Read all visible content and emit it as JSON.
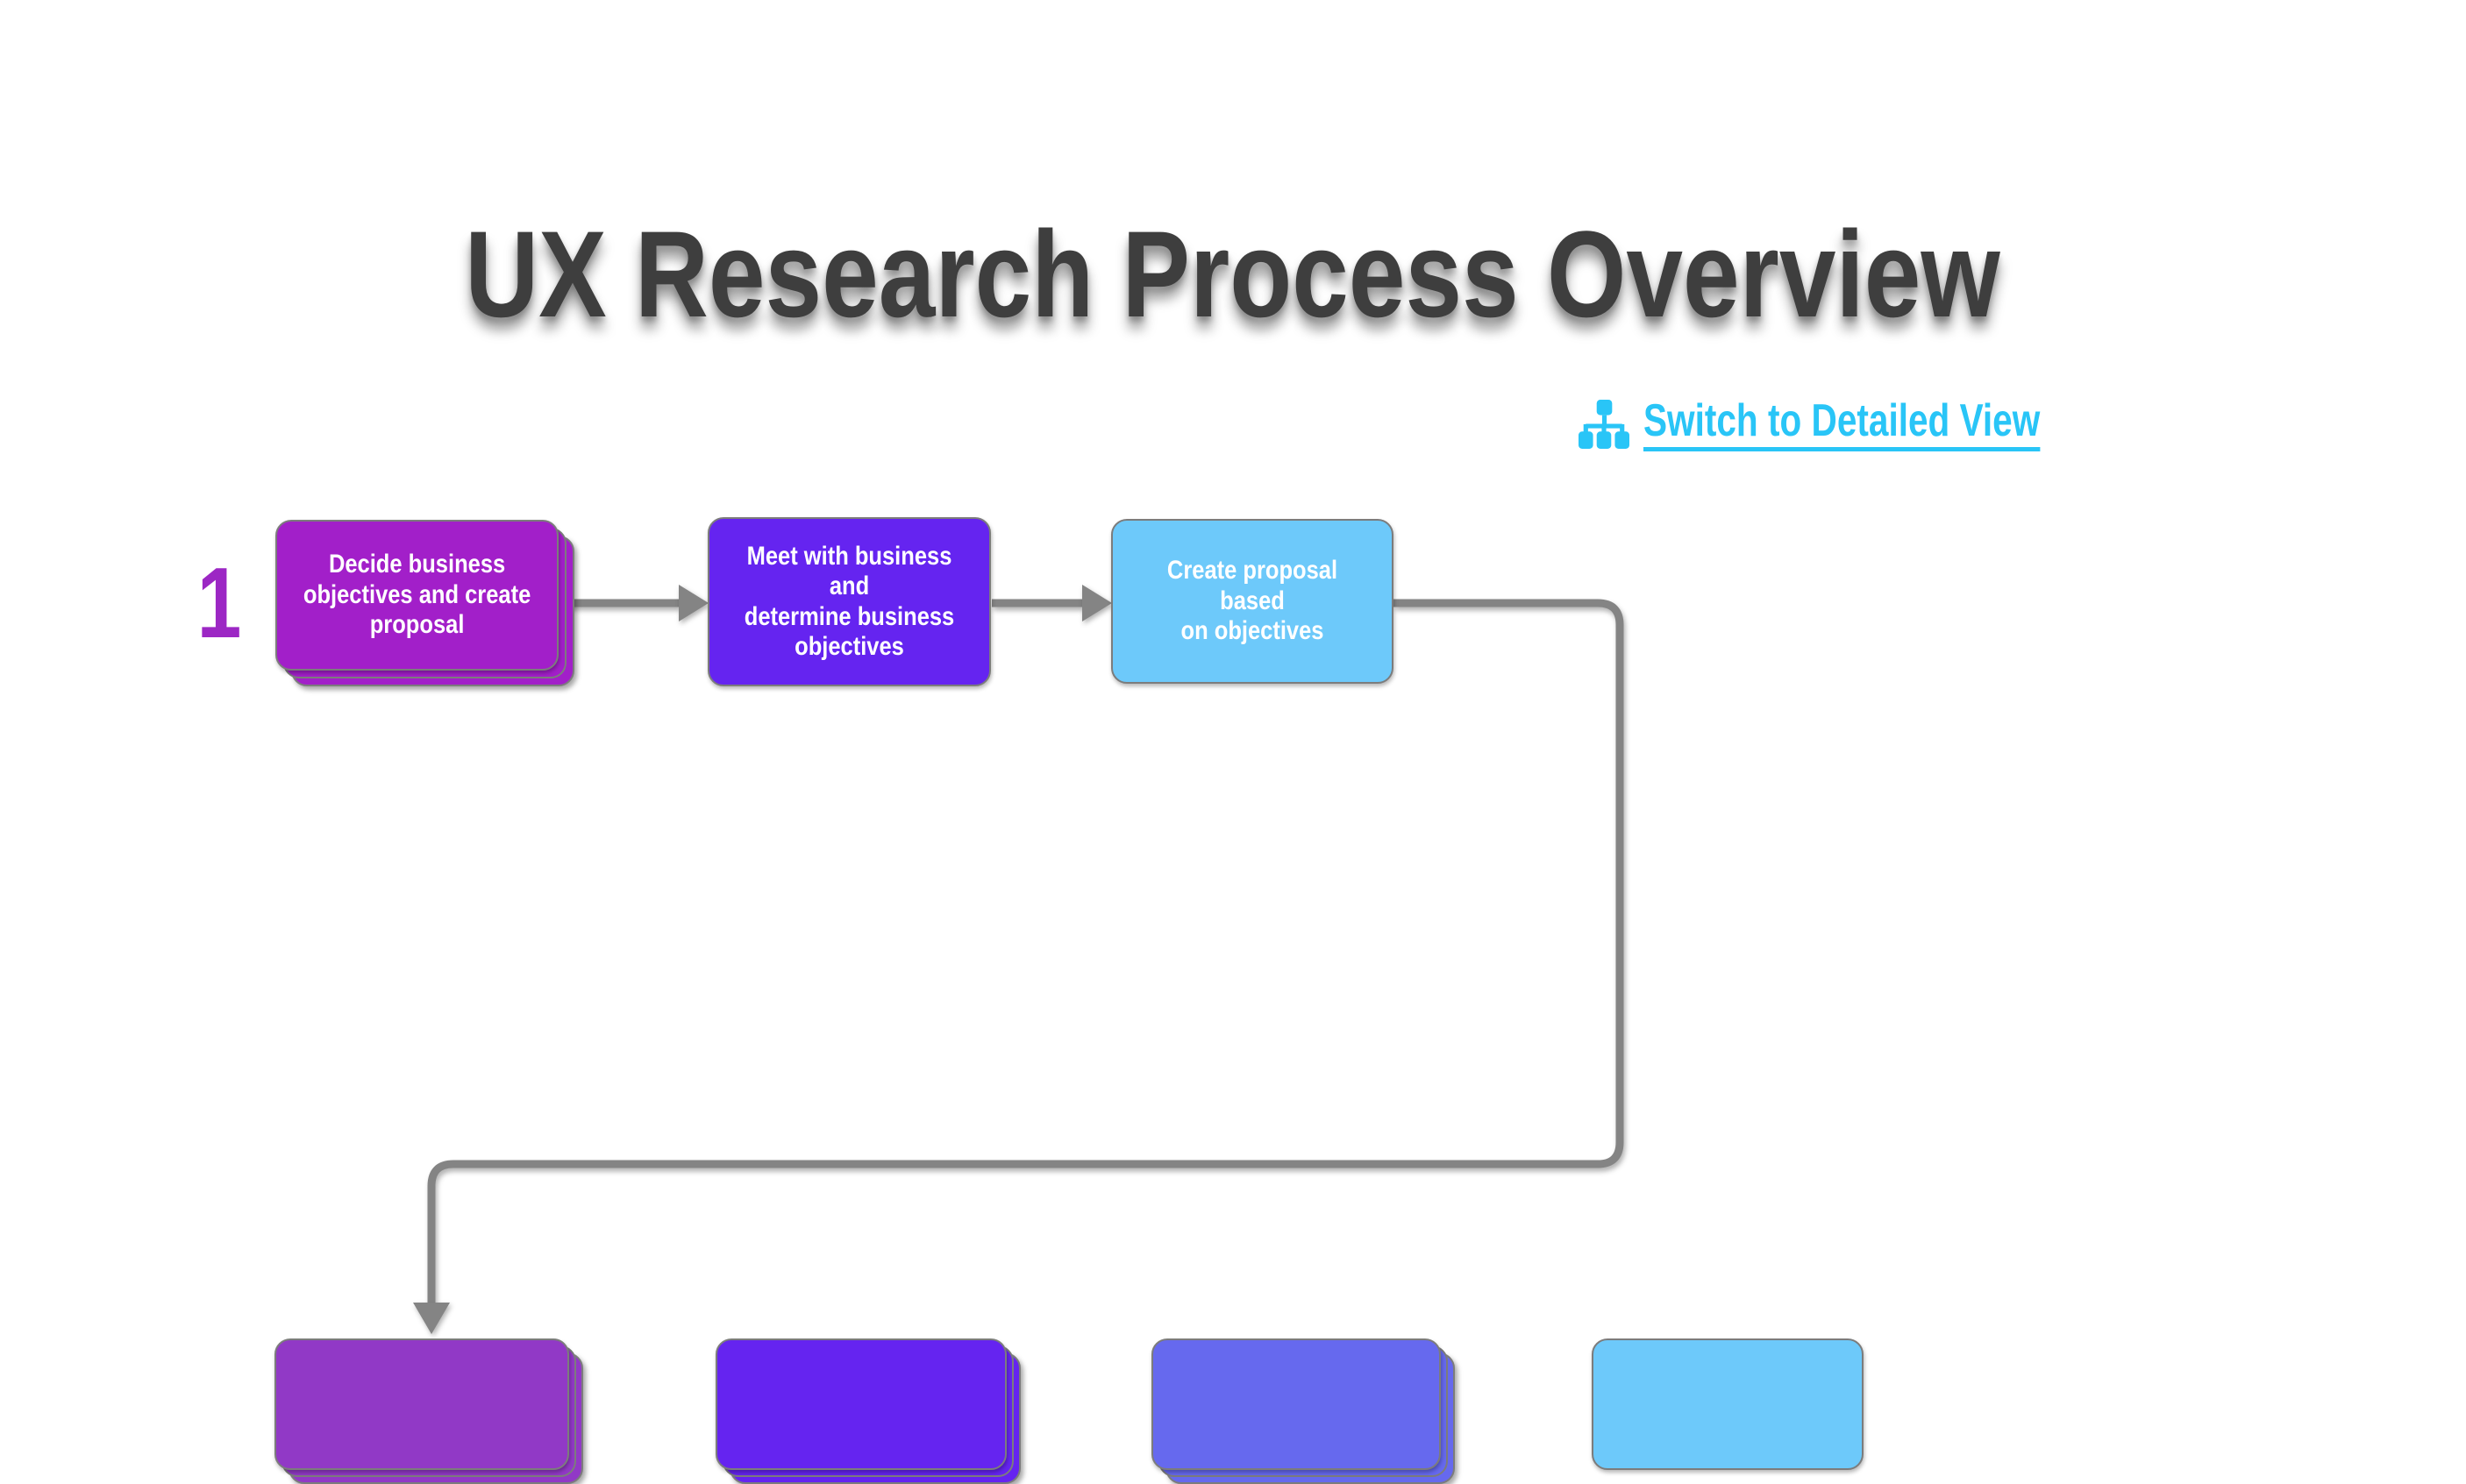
{
  "page": {
    "title": "UX Research Process Overview"
  },
  "view_toggle": {
    "label": "Switch to Detailed View",
    "icon": "sitemap-icon"
  },
  "flow": {
    "stage_number": "1",
    "row1": [
      {
        "id": "decide-objectives",
        "label": "Decide business\nobjectives and create\nproposal"
      },
      {
        "id": "meet-business",
        "label": "Meet with business and\ndetermine business\nobjectives"
      },
      {
        "id": "create-proposal",
        "label": "Create proposal based\non objectives"
      }
    ],
    "row2": [
      {
        "id": "row2-step-1",
        "label": ""
      },
      {
        "id": "row2-step-2",
        "label": ""
      },
      {
        "id": "row2-step-3",
        "label": ""
      },
      {
        "id": "row2-step-4",
        "label": ""
      }
    ]
  },
  "colors": {
    "title-gray": "#3E3E3E",
    "link-cyan": "#29C5F7",
    "connector-gray": "#848484",
    "node-border": "#7C7C7C",
    "magenta": "#A21FC9",
    "violet": "#6524F0",
    "sky": "#6DC9FA",
    "purple2": "#9139C6",
    "indigo2": "#6669EE",
    "stage-purple": "#9C27C4"
  }
}
